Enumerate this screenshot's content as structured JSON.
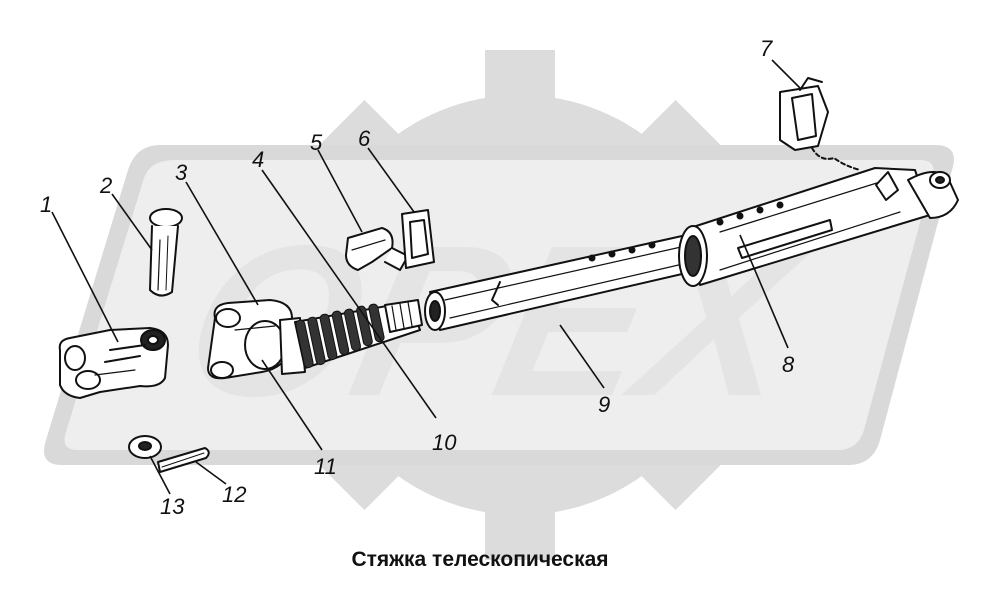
{
  "watermark": {
    "text": "OPEX",
    "color": "#d6d6d6"
  },
  "caption": "Стяжка телескопическая",
  "callouts": [
    "1",
    "2",
    "3",
    "4",
    "5",
    "6",
    "7",
    "8",
    "9",
    "10",
    "11",
    "12",
    "13"
  ]
}
